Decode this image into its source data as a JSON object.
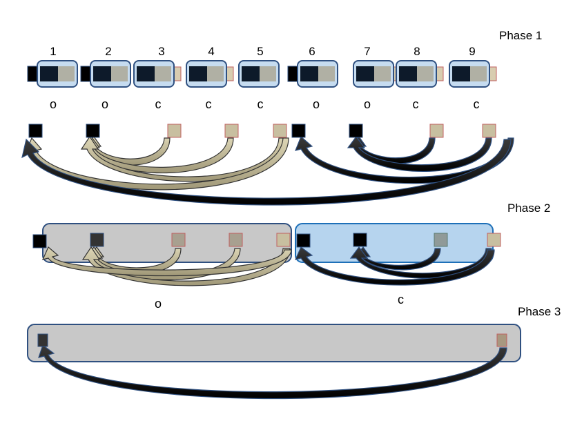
{
  "phase_labels": {
    "phase1": "Phase 1",
    "phase2": "Phase 2",
    "phase3": "Phase 3"
  },
  "phase1": {
    "units": [
      {
        "number": "1",
        "state": "o"
      },
      {
        "number": "2",
        "state": "o"
      },
      {
        "number": "3",
        "state": "c"
      },
      {
        "number": "4",
        "state": "c"
      },
      {
        "number": "5",
        "state": "c"
      },
      {
        "number": "6",
        "state": "o"
      },
      {
        "number": "7",
        "state": "o"
      },
      {
        "number": "8",
        "state": "c"
      },
      {
        "number": "9",
        "state": "c"
      }
    ]
  },
  "phase2": {
    "group_labels": [
      "o",
      "c"
    ]
  },
  "colors": {
    "dark": "#000000",
    "tan": "#c8bfa0",
    "tan_arrow": "#b2ab8a",
    "dark_arrow": "#1e1e1e",
    "border": "#2f5080",
    "light_blue": "#c6dcf0",
    "group_gray": "#c8c8c8",
    "group_blue": "#b6d4ee",
    "gray_tan": "#a8a090"
  }
}
